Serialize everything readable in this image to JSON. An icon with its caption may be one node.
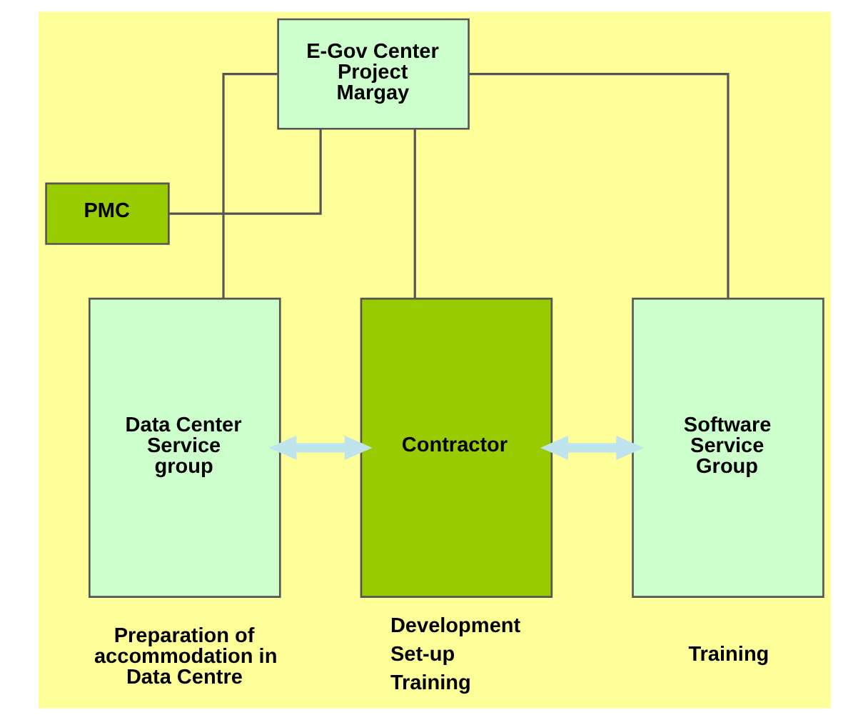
{
  "diagram": {
    "nodes": [
      {
        "text": [
          "E-Gov Center Project Margay"
        ]
      },
      {
        "text": [
          "PMC"
        ]
      },
      {
        "text": [
          "Data Center Service group"
        ],
        "beside": [
          "Preparation of accommodation in Data Centre"
        ]
      },
      {
        "text": [
          "Contractor"
        ],
        "beside": [
          "Development",
          "Set-up",
          "Training"
        ]
      },
      {
        "text": [
          "Software Service Group"
        ],
        "beside": [
          "Training"
        ]
      }
    ],
    "edges": [
      {
        "from": 0,
        "to": 1,
        "arrow": "none"
      },
      {
        "from": 0,
        "to": 2,
        "arrow": "none"
      },
      {
        "from": 0,
        "to": 3,
        "arrow": "none"
      },
      {
        "from": 0,
        "to": 4,
        "arrow": "none"
      },
      {
        "from": 2,
        "to": 3,
        "arrow": "both",
        "style": "thick",
        "color": "#bfe4ee"
      },
      {
        "from": 3,
        "to": 4,
        "arrow": "both",
        "style": "thick",
        "color": "#bfe4ee"
      }
    ]
  }
}
